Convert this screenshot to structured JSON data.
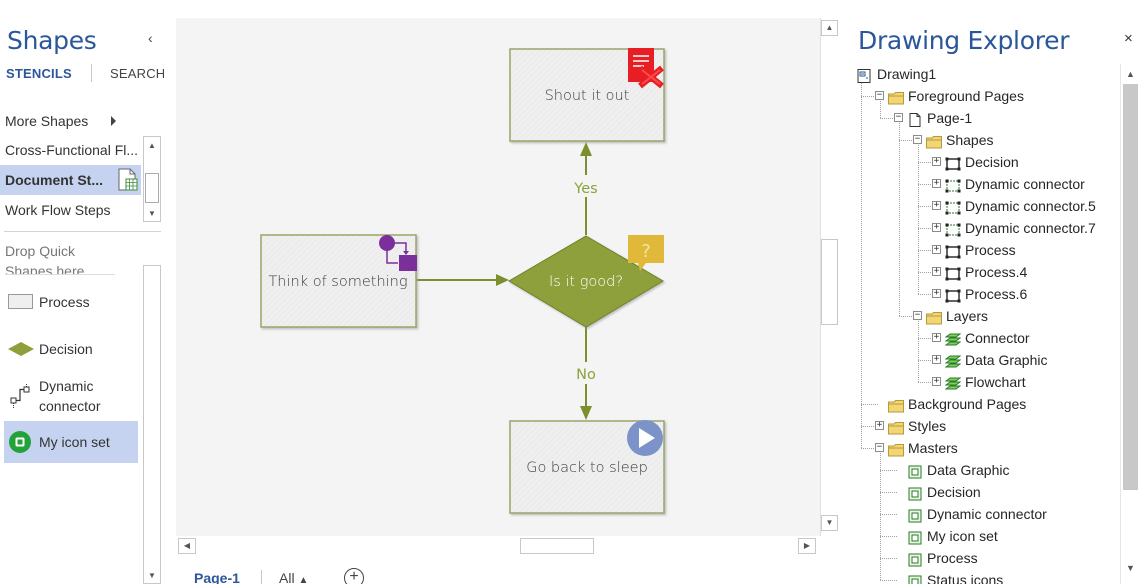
{
  "shapes_pane": {
    "title": "Shapes",
    "collapse_glyph": "‹",
    "tabs": {
      "stencils": "STENCILS",
      "search": "SEARCH"
    },
    "more_shapes": "More Shapes",
    "stencils": [
      {
        "label": "Cross-Functional Fl..."
      },
      {
        "label": "Document St...",
        "selected": true
      },
      {
        "label": "Work Flow Steps"
      }
    ],
    "quick_shapes_hint": "Drop Quick Shapes here",
    "quick_shapes": [
      {
        "label": "Process",
        "icon": "process-rect-icon"
      },
      {
        "label": "Decision",
        "icon": "decision-diamond-icon"
      },
      {
        "label": "Dynamic connector",
        "icon": "dynamic-connector-icon"
      },
      {
        "label": "My icon set",
        "icon": "green-circle-icon",
        "selected": true
      }
    ]
  },
  "diagram": {
    "shapes": {
      "shout": "Shout it out",
      "think": "Think of something",
      "decision": "Is it good?",
      "sleep": "Go back to sleep"
    },
    "connectors": {
      "yes": "Yes",
      "no": "No"
    },
    "colors": {
      "accent_green": "#8aa43a",
      "decision_fill": "#8da03a",
      "shape_fill": "#efefef",
      "shape_border": "#7c8f3c",
      "error_red": "#e81e25",
      "purple": "#7b2f9b",
      "question_yellow": "#e0b83a",
      "play_blue": "#7c93c9"
    }
  },
  "page_tabs": {
    "active": "Page-1",
    "all": "All",
    "add_glyph": "+"
  },
  "explorer": {
    "title": "Drawing Explorer",
    "close_glyph": "×",
    "tree": [
      {
        "label": "Drawing1",
        "level": 0,
        "exp": "",
        "icon": "drawing-icon"
      },
      {
        "label": "Foreground Pages",
        "level": 1,
        "exp": "−",
        "icon": "folder-icon"
      },
      {
        "label": "Page-1",
        "level": 2,
        "exp": "−",
        "icon": "page-icon"
      },
      {
        "label": "Shapes",
        "level": 3,
        "exp": "−",
        "icon": "folder-icon"
      },
      {
        "label": "Decision",
        "level": 4,
        "exp": "+",
        "icon": "shape-node-icon"
      },
      {
        "label": "Dynamic connector",
        "level": 4,
        "exp": "+",
        "icon": "connector-node-icon"
      },
      {
        "label": "Dynamic connector.5",
        "level": 4,
        "exp": "+",
        "icon": "connector-node-icon"
      },
      {
        "label": "Dynamic connector.7",
        "level": 4,
        "exp": "+",
        "icon": "connector-node-icon"
      },
      {
        "label": "Process",
        "level": 4,
        "exp": "+",
        "icon": "shape-node-icon"
      },
      {
        "label": "Process.4",
        "level": 4,
        "exp": "+",
        "icon": "shape-node-icon"
      },
      {
        "label": "Process.6",
        "level": 4,
        "exp": "+",
        "icon": "shape-node-icon"
      },
      {
        "label": "Layers",
        "level": 3,
        "exp": "−",
        "icon": "folder-icon"
      },
      {
        "label": "Connector",
        "level": 4,
        "exp": "+",
        "icon": "layer-icon"
      },
      {
        "label": "Data Graphic",
        "level": 4,
        "exp": "+",
        "icon": "layer-icon"
      },
      {
        "label": "Flowchart",
        "level": 4,
        "exp": "+",
        "icon": "layer-icon"
      },
      {
        "label": "Background Pages",
        "level": 1,
        "exp": "",
        "icon": "folder-icon"
      },
      {
        "label": "Styles",
        "level": 1,
        "exp": "+",
        "icon": "folder-icon"
      },
      {
        "label": "Masters",
        "level": 1,
        "exp": "−",
        "icon": "folder-icon"
      },
      {
        "label": "Data Graphic",
        "level": 2,
        "exp": "",
        "icon": "master-icon"
      },
      {
        "label": "Decision",
        "level": 2,
        "exp": "",
        "icon": "master-icon"
      },
      {
        "label": "Dynamic connector",
        "level": 2,
        "exp": "",
        "icon": "master-icon"
      },
      {
        "label": "My icon set",
        "level": 2,
        "exp": "",
        "icon": "master-icon"
      },
      {
        "label": "Process",
        "level": 2,
        "exp": "",
        "icon": "master-icon"
      },
      {
        "label": "Status icons",
        "level": 2,
        "exp": "",
        "icon": "master-icon"
      }
    ]
  }
}
